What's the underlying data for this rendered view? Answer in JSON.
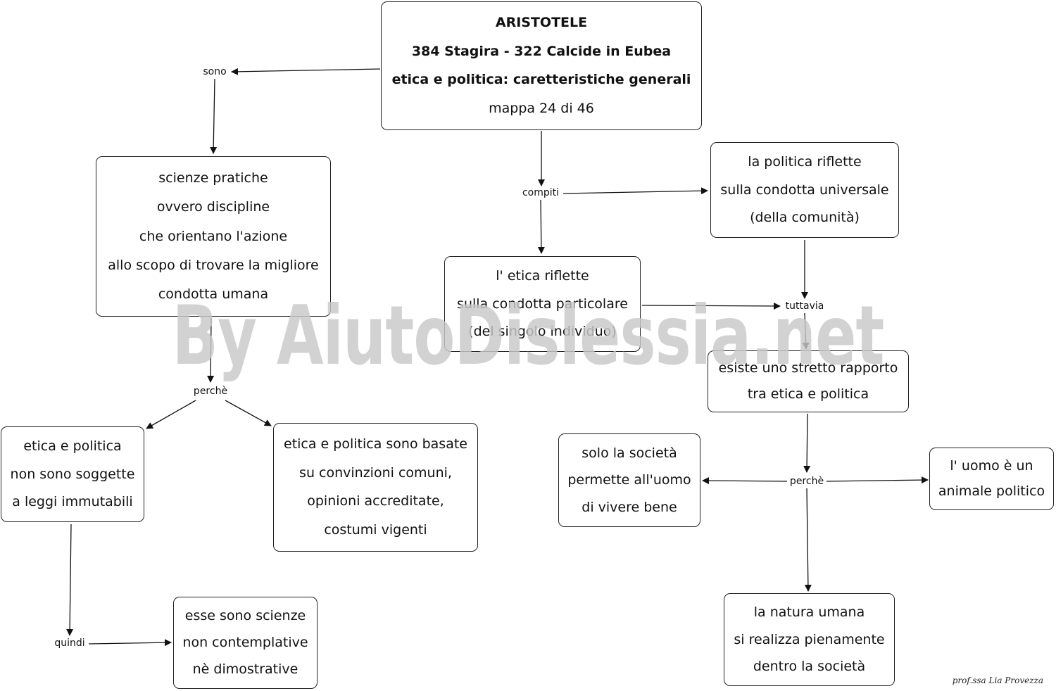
{
  "title_node": {
    "line1": "ARISTOTELE",
    "line2": "384 Stagira - 322 Calcide in Eubea",
    "line3": "etica e politica: caretteristiche generali",
    "line4": "mappa 24 di 46"
  },
  "nodes": {
    "scienze_pratiche": [
      "scienze pratiche",
      "ovvero discipline",
      "che orientano l'azione",
      "allo scopo di trovare la migliore",
      "condotta umana"
    ],
    "non_soggette": [
      "etica e politica",
      "non sono soggette",
      "a leggi immutabili"
    ],
    "basate": [
      "etica e politica sono basate",
      "su convinzioni comuni,",
      "opinioni accreditate,",
      "costumi vigenti"
    ],
    "non_contemplative": [
      "esse sono scienze",
      "non contemplative",
      "nè dimostrative"
    ],
    "etica_riflette": [
      "l' etica riflette",
      "sulla condotta particolare",
      "(del singolo individuo)"
    ],
    "politica_riflette": [
      "la politica riflette",
      "sulla condotta universale",
      "(della comunità)"
    ],
    "stretto_rapporto": [
      "esiste uno stretto rapporto",
      "tra etica e politica"
    ],
    "solo_societa": [
      "solo la società",
      "permette all'uomo",
      "di vivere bene"
    ],
    "animale_politico": [
      "l' uomo è un",
      "animale politico"
    ],
    "natura_umana": [
      "la natura umana",
      "si realizza pienamente",
      "dentro la società"
    ]
  },
  "links": {
    "sono": "sono",
    "compiti": "compiti",
    "perche_left": "perchè",
    "quindi": "quindi",
    "tuttavia": "tuttavia",
    "perche_right": "perchè"
  },
  "watermark": "By AiutoDislessia.net",
  "signature": "prof.ssa Lia Provezza"
}
